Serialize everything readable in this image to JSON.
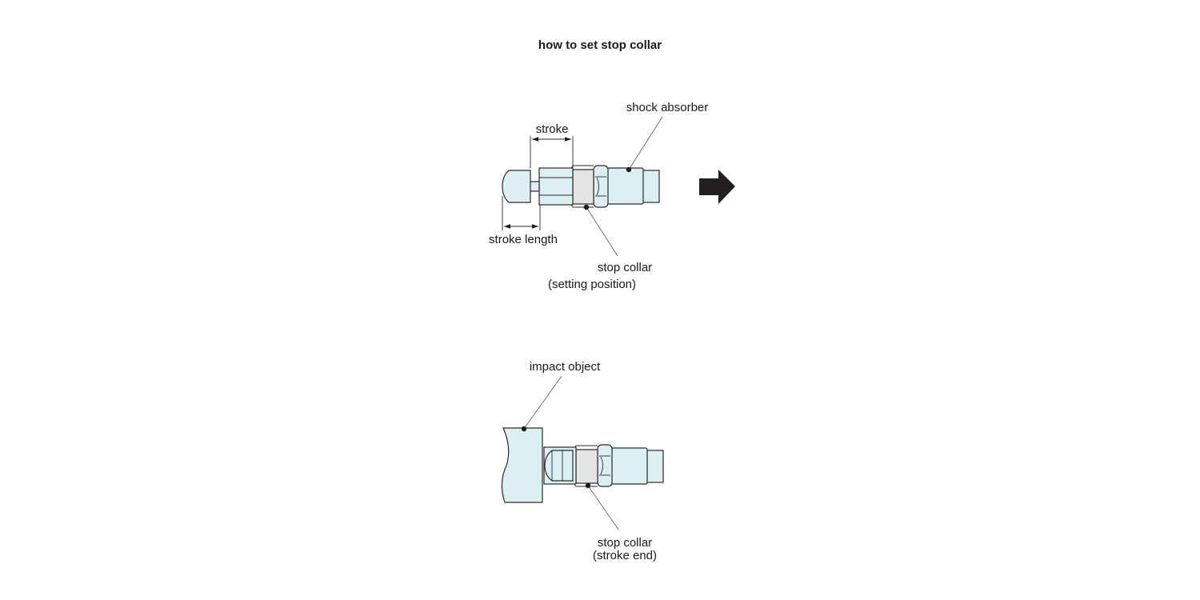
{
  "diagram": {
    "title": "how to set stop collar",
    "labels": {
      "stroke": "stroke",
      "shock_absorber": "shock absorber",
      "stroke_length": "stroke length",
      "stop_collar_setting_1": "stop collar",
      "stop_collar_setting_2": "(setting position)",
      "impact_object": "impact object",
      "stop_collar_end_1": "stop collar",
      "stop_collar_end_2": "(stroke end)"
    },
    "arrow_icon": "right-arrow-icon",
    "colors": {
      "body_fill": "#dcf0f4",
      "collar_fill": "#e4e4e4",
      "outline": "#2a2a2a",
      "arrow": "#231f20"
    }
  }
}
